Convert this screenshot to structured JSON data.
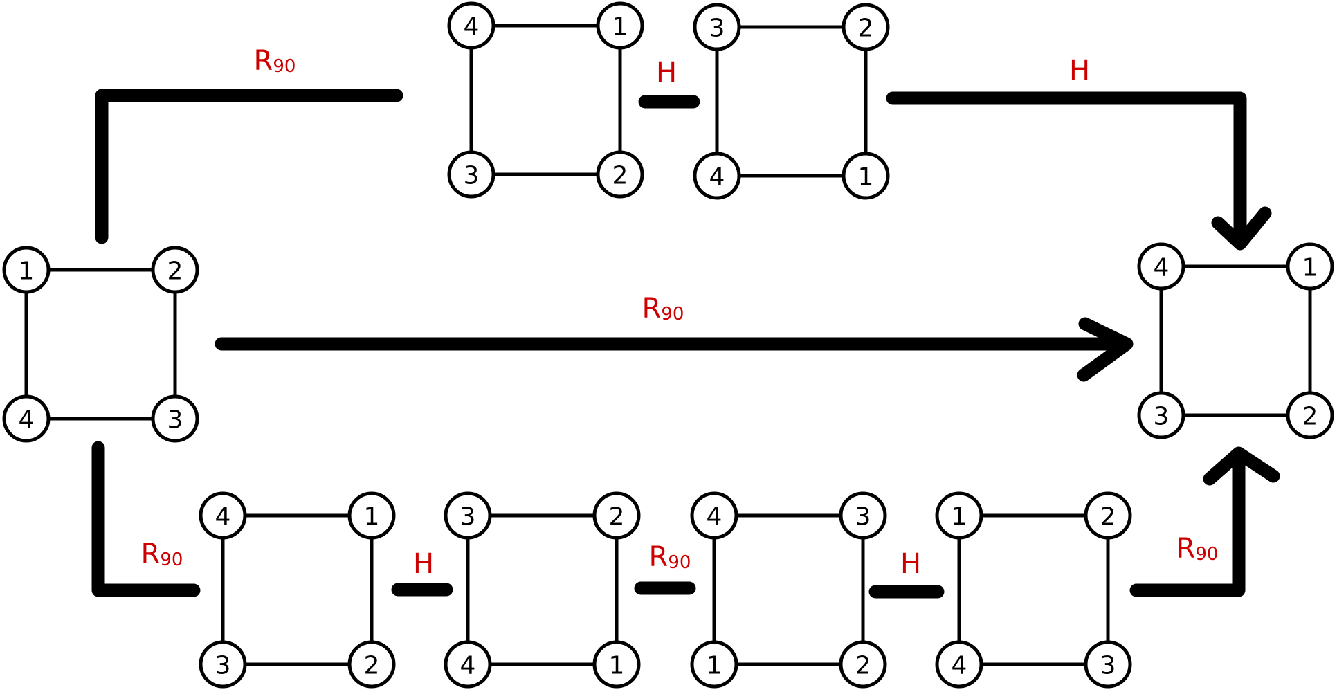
{
  "title": "Square symmetry composition: R90 vs H/R90 sequences",
  "colors": {
    "label": "#cc0000",
    "ink": "#000000"
  },
  "squares": [
    {
      "id": "start",
      "labels": [
        "1",
        "2",
        "4",
        "3"
      ]
    },
    {
      "id": "top-1",
      "labels": [
        "4",
        "1",
        "3",
        "2"
      ]
    },
    {
      "id": "top-2",
      "labels": [
        "3",
        "2",
        "4",
        "1"
      ]
    },
    {
      "id": "result",
      "labels": [
        "4",
        "1",
        "3",
        "2"
      ]
    },
    {
      "id": "bottom-1",
      "labels": [
        "4",
        "1",
        "3",
        "2"
      ]
    },
    {
      "id": "bottom-2",
      "labels": [
        "3",
        "2",
        "4",
        "1"
      ]
    },
    {
      "id": "bottom-3",
      "labels": [
        "4",
        "3",
        "1",
        "2"
      ]
    },
    {
      "id": "bottom-4",
      "labels": [
        "1",
        "2",
        "4",
        "3"
      ]
    }
  ],
  "operations": {
    "top_left": {
      "op": "R",
      "sub": "90"
    },
    "top_mid": {
      "op": "H",
      "sub": ""
    },
    "top_right": {
      "op": "H",
      "sub": ""
    },
    "middle": {
      "op": "R",
      "sub": "90"
    },
    "bottom_left": {
      "op": "R",
      "sub": "90"
    },
    "bottom_h1": {
      "op": "H",
      "sub": ""
    },
    "bottom_r2": {
      "op": "R",
      "sub": "90"
    },
    "bottom_h2": {
      "op": "H",
      "sub": ""
    },
    "bottom_right": {
      "op": "R",
      "sub": "90"
    }
  }
}
